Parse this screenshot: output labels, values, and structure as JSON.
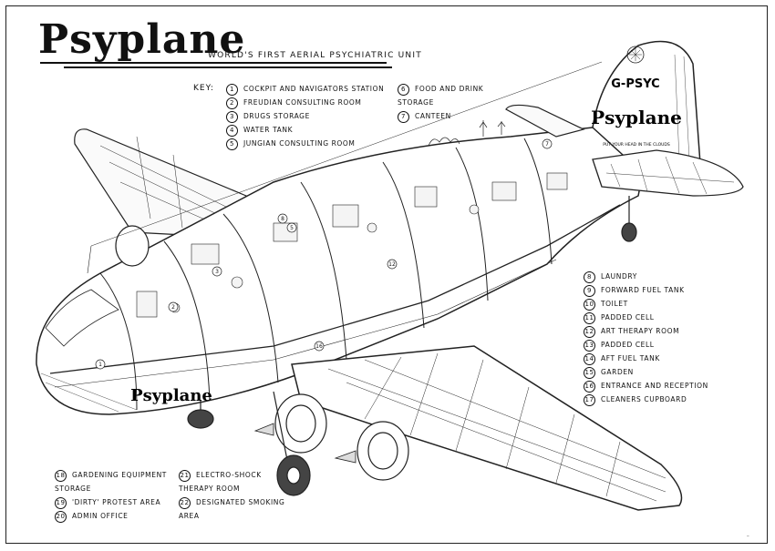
{
  "title": "Psyplane",
  "subtitle": "WORLD'S FIRST AERIAL PSYCHIATRIC UNIT",
  "key_label": "KEY:",
  "registration": "G-PSYC",
  "tail_logo": "Psyplane",
  "tail_slogan": "PUT YOUR HEAD IN THE CLOUDS",
  "nose_logo": "Psyplane",
  "key_col1": [
    {
      "n": "1",
      "t": "COCKPIT AND NAVIGATORS STATION"
    },
    {
      "n": "2",
      "t": "FREUDIAN CONSULTING ROOM"
    },
    {
      "n": "3",
      "t": "DRUGS STORAGE"
    },
    {
      "n": "4",
      "t": "WATER TANK"
    },
    {
      "n": "5",
      "t": "JUNGIAN CONSULTING ROOM"
    }
  ],
  "key_col2": [
    {
      "n": "6",
      "t": "FOOD AND DRINK STORAGE"
    },
    {
      "n": "7",
      "t": "CANTEEN"
    }
  ],
  "key_col3": [
    {
      "n": "8",
      "t": "LAUNDRY"
    },
    {
      "n": "9",
      "t": "FORWARD FUEL TANK"
    },
    {
      "n": "10",
      "t": "TOILET"
    },
    {
      "n": "11",
      "t": "PADDED CELL"
    },
    {
      "n": "12",
      "t": "ART THERAPY ROOM"
    },
    {
      "n": "13",
      "t": "PADDED CELL"
    },
    {
      "n": "14",
      "t": "AFT FUEL TANK"
    },
    {
      "n": "15",
      "t": "GARDEN"
    },
    {
      "n": "16",
      "t": "ENTRANCE AND RECEPTION"
    },
    {
      "n": "17",
      "t": "CLEANERS CUPBOARD"
    }
  ],
  "key_col4": [
    {
      "n": "18",
      "t": "GARDENING EQUIPMENT STORAGE"
    },
    {
      "n": "19",
      "t": "'DIRTY' PROTEST AREA"
    },
    {
      "n": "20",
      "t": "ADMIN OFFICE"
    }
  ],
  "key_col5": [
    {
      "n": "21",
      "t": "ELECTRO-SHOCK THERAPY ROOM"
    },
    {
      "n": "22",
      "t": "DESIGNATED SMOKING AREA"
    }
  ]
}
